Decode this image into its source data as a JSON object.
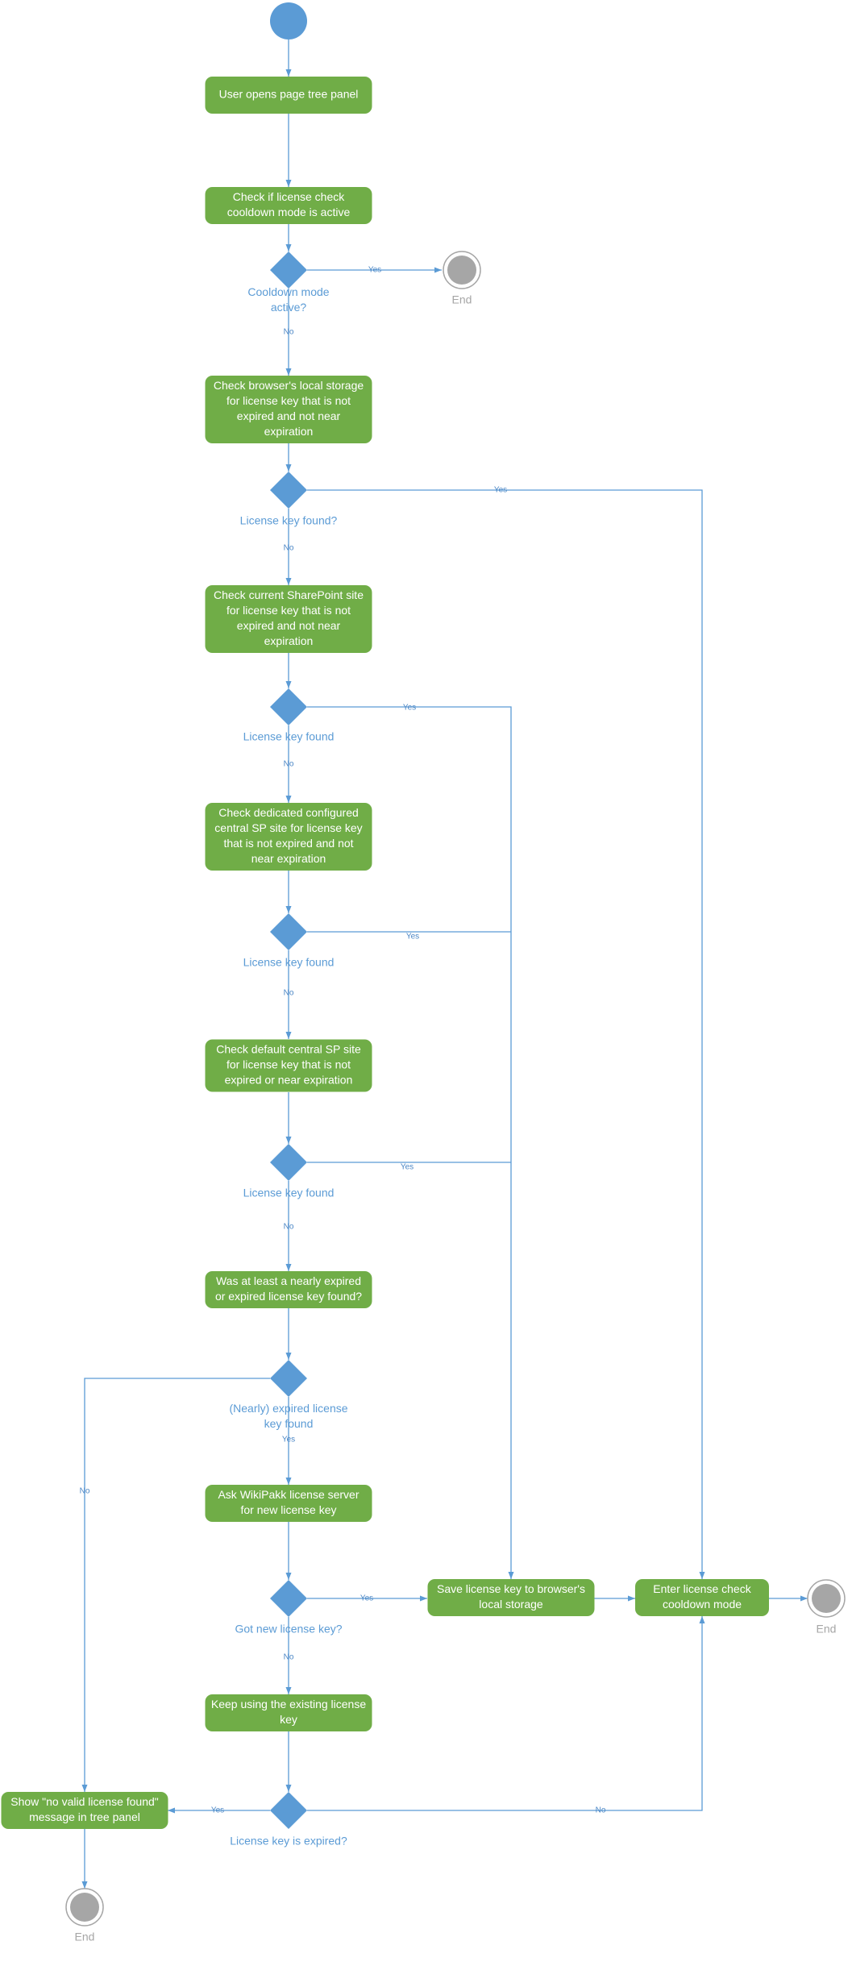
{
  "nodes": {
    "open_panel": [
      "User opens page tree panel"
    ],
    "check_cooldown": [
      "Check if license check",
      "cooldown mode is active"
    ],
    "check_local": [
      "Check browser's local storage",
      "for license key that is not",
      "expired and not near",
      "expiration"
    ],
    "check_current_site": [
      "Check current SharePoint site",
      "for license key that is not",
      "expired and not near",
      "expiration"
    ],
    "check_dedicated": [
      "Check dedicated configured",
      "central SP site for license key",
      "that is not expired and not",
      "near expiration"
    ],
    "check_default": [
      "Check default central SP site",
      "for license key that is not",
      "expired or near expiration"
    ],
    "was_expired_found": [
      "Was at least a nearly expired",
      "or expired license key found?"
    ],
    "ask_server": [
      "Ask WikiPakk license server",
      "for new license key"
    ],
    "keep_using": [
      "Keep using the existing license",
      "key"
    ],
    "save_key": [
      "Save license key to browser's",
      "local storage"
    ],
    "enter_cooldown": [
      "Enter license check",
      "cooldown mode"
    ],
    "show_message": [
      "Show \"no valid license found\"",
      "message in tree panel"
    ]
  },
  "decisions": {
    "cooldown_active": [
      "Cooldown mode",
      "active?"
    ],
    "key_found_local": [
      "License key found?"
    ],
    "key_found_current": [
      "License key found"
    ],
    "key_found_dedicated": [
      "License key found"
    ],
    "key_found_default": [
      "License key found"
    ],
    "nearly_expired_found": [
      "(Nearly) expired license",
      "key found"
    ],
    "got_new_key": [
      "Got new license key?"
    ],
    "key_expired": [
      "License key is expired?"
    ]
  },
  "edge_labels": {
    "yes": "Yes",
    "no": "No"
  },
  "end_label": "End",
  "colors": {
    "action_fill": "#70ad47",
    "action_text": "#ffffff",
    "decision_fill": "#5b9bd5",
    "line": "#5b9bd5",
    "end_fill": "#a6a6a6",
    "end_ring": "#a6a6a6",
    "label_text": "#5b9bd5"
  }
}
